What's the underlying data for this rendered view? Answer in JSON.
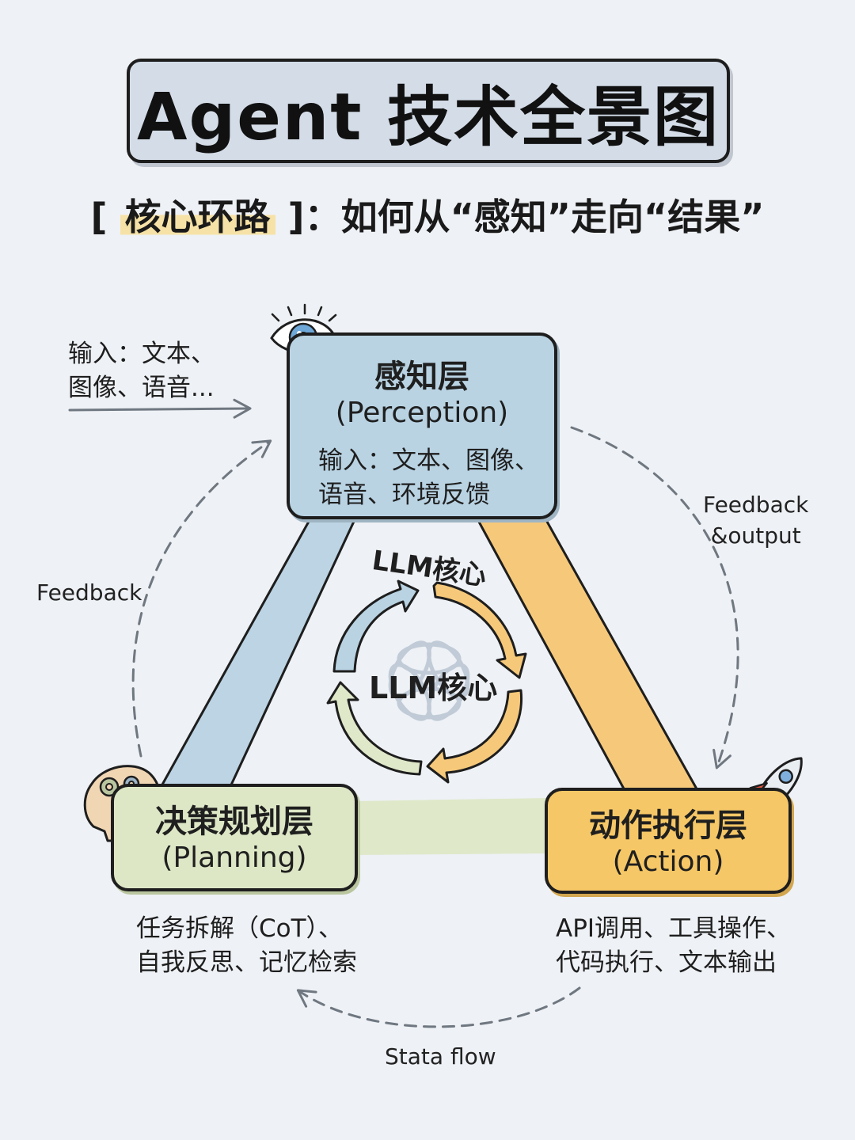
{
  "title": "Agent 技术全景图",
  "subtitle": {
    "bracket_open": "[ ",
    "highlight": "核心环路",
    "rest": " ]：如何从“感知”走向“结果”"
  },
  "input_note": {
    "line1": "输入：文本、",
    "line2": "图像、语音..."
  },
  "perception": {
    "title": "感知层",
    "subtitle": "(Perception)",
    "desc_line1": "输入：文本、图像、",
    "desc_line2": "语音、环境反馈"
  },
  "planning": {
    "title": "决策规划层",
    "subtitle": "(Planning)",
    "desc_line1": "任务拆解（CoT）、",
    "desc_line2": "自我反思、记忆检索"
  },
  "action": {
    "title": "动作执行层",
    "subtitle": "(Action)",
    "desc_line1": "API调用、工具操作、",
    "desc_line2": "代码执行、文本输出"
  },
  "core": {
    "arc_label": "LLM核心",
    "center_label": "LLM核心"
  },
  "flows": {
    "left": "Feedback",
    "right_line1": "Feedback",
    "right_line2": "&output",
    "bottom": "Stata flow"
  },
  "colors": {
    "perception": "#b9d3e3",
    "planning": "#dde7c6",
    "action": "#f6c766",
    "background": "#eef1f5"
  },
  "icons": {
    "perception": "eye-icon",
    "planning": "head-gears-icon",
    "action": "rocket-icon",
    "core": "openai-logo-icon"
  }
}
